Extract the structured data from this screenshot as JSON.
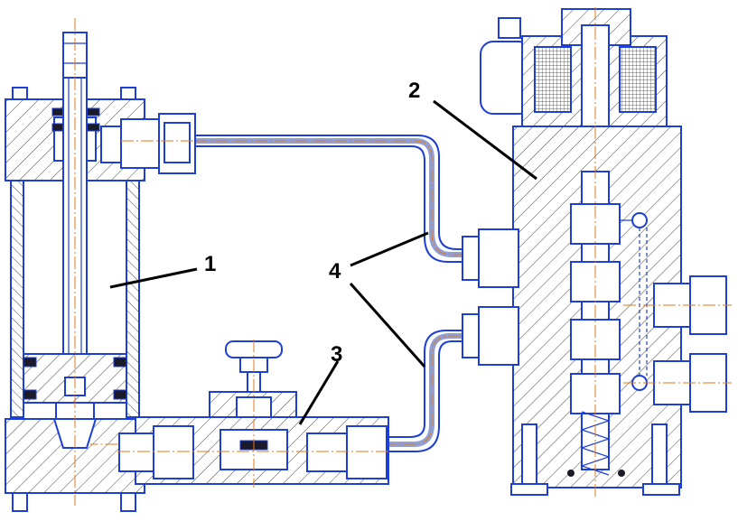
{
  "diagram": {
    "callouts": [
      {
        "id": "label-1",
        "text": "1"
      },
      {
        "id": "label-2",
        "text": "2"
      },
      {
        "id": "label-3",
        "text": "3"
      },
      {
        "id": "label-4",
        "text": "4"
      }
    ]
  },
  "colors": {
    "outline": "#1c3fd8",
    "axis": "#e07a1a",
    "leader": "#000000",
    "hatch": "#1c3fd8"
  }
}
